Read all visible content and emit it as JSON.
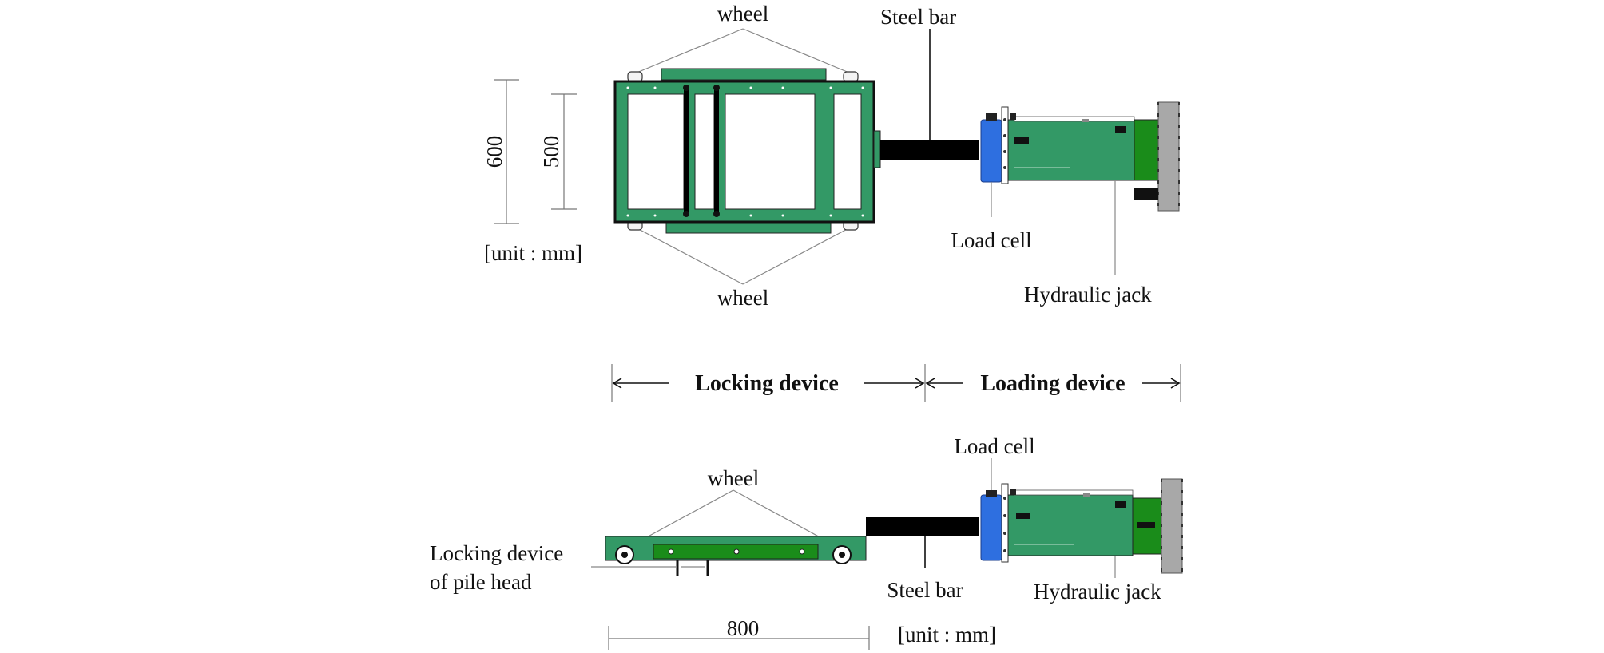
{
  "labels": {
    "wheel_top": "wheel",
    "wheel_bottom": "wheel",
    "wheel_side": "wheel",
    "steel_bar_top": "Steel bar",
    "steel_bar_side": "Steel bar",
    "load_cell_top": "Load cell",
    "load_cell_side": "Load cell",
    "hydraulic_jack_top": "Hydraulic jack",
    "hydraulic_jack_side": "Hydraulic jack",
    "unit_top": "[unit : mm]",
    "unit_side": "[unit : mm]",
    "locking_device": "Locking device",
    "loading_device": "Loading device",
    "locking_pile_line1": "Locking device",
    "locking_pile_line2": "of pile head"
  },
  "dimensions": {
    "height_outer": "600",
    "height_inner": "500",
    "length": "800"
  },
  "colors": {
    "frame_green": "#339966",
    "dark_green": "#1a8c1a",
    "load_cell_blue": "#2e6fe0",
    "steel_bar": "#000000",
    "plate_gray": "#a8a8a8"
  }
}
